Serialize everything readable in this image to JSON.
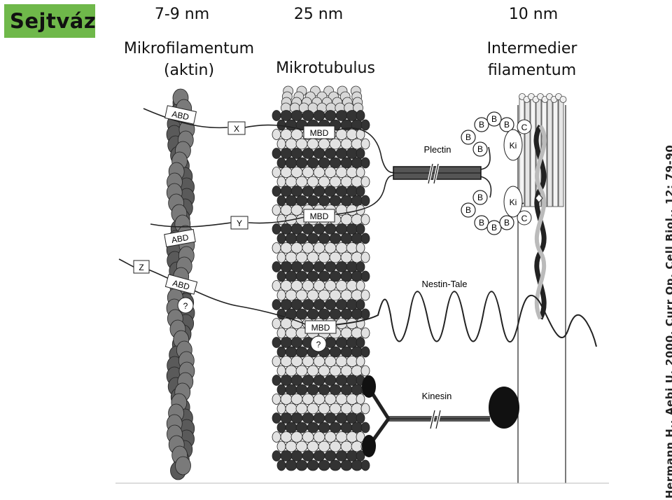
{
  "title": "Sejtváz",
  "columns": {
    "actin": {
      "size": "7-9 nm",
      "name_line1": "Mikrofilamentum",
      "name_line2": "(aktin)"
    },
    "microtubule": {
      "size": "25 nm",
      "name": "Mikrotubulus"
    },
    "intermediate": {
      "size": "10 nm",
      "name_line1": "Intermedier",
      "name_line2": "filamentum"
    }
  },
  "diagram_labels": {
    "abd": "ABD",
    "mbd": "MBD",
    "linker_x": "X",
    "linker_y": "Y",
    "linker_z": "Z",
    "unknown": "?",
    "plectin": "Plectin",
    "nestin": "Nestin-Tale",
    "kinesin": "Kinesin",
    "b": "B",
    "c": "C",
    "ki": "Ki"
  },
  "source": "Hermann H., Aebi U. 2000, Curr Op. Cell Biol., 12: 79-90"
}
